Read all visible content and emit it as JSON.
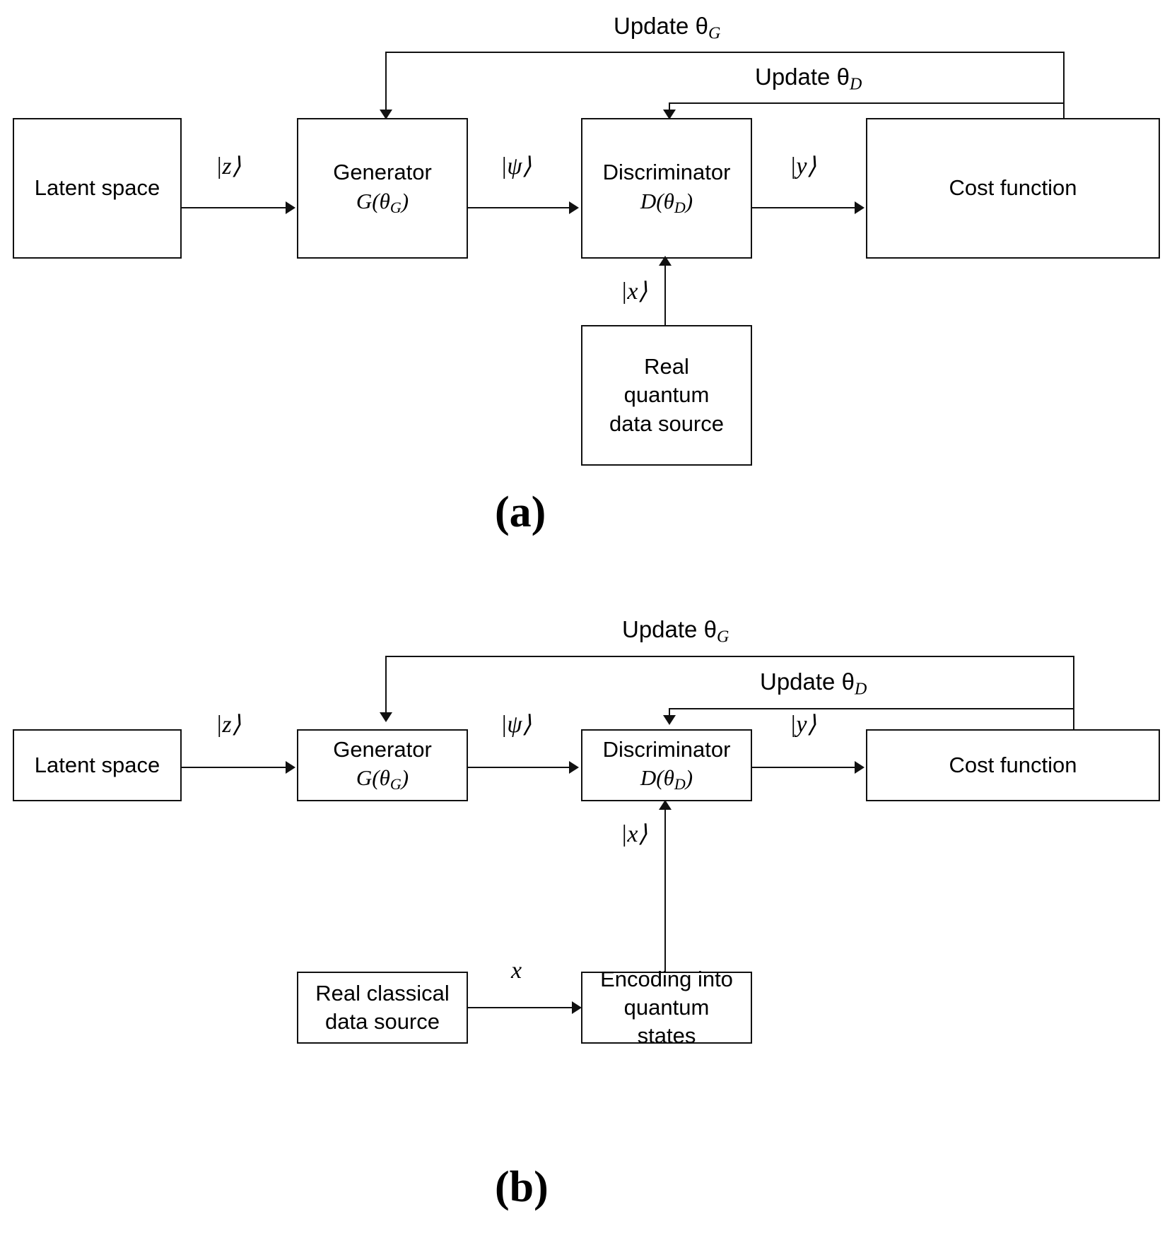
{
  "figure": {
    "panels": [
      {
        "id": "a",
        "caption": "(a)",
        "boxes": {
          "latent_space": "Latent space",
          "generator_title": "Generator",
          "generator_symbol": "G(θ",
          "generator_symbol_sub": "G",
          "generator_symbol_end": ")",
          "discriminator_title": "Discriminator",
          "discriminator_symbol": "D(θ",
          "discriminator_symbol_sub": "D",
          "discriminator_symbol_end": ")",
          "cost_function": "Cost function",
          "data_source_line1": "Real",
          "data_source_line2": "quantum",
          "data_source_line3": "data source"
        },
        "edges": {
          "latent_to_generator": "|z⟩",
          "generator_to_discriminator": "|ψ⟩",
          "discriminator_to_cost": "|y⟩",
          "source_to_discriminator": "|x⟩",
          "update_g": "Update θ",
          "update_g_sub": "G",
          "update_d": "Update θ",
          "update_d_sub": "D"
        }
      },
      {
        "id": "b",
        "caption": "(b)",
        "boxes": {
          "latent_space": "Latent space",
          "generator_title": "Generator",
          "generator_symbol": "G(θ",
          "generator_symbol_sub": "G",
          "generator_symbol_end": ")",
          "discriminator_title": "Discriminator",
          "discriminator_symbol": "D(θ",
          "discriminator_symbol_sub": "D",
          "discriminator_symbol_end": ")",
          "cost_function": "Cost function",
          "classical_source_line1": "Real classical",
          "classical_source_line2": "data source",
          "encoding_line1": "Encoding into",
          "encoding_line2": "quantum",
          "encoding_line3": "states"
        },
        "edges": {
          "latent_to_generator": "|z⟩",
          "generator_to_discriminator": "|ψ⟩",
          "discriminator_to_cost": "|y⟩",
          "encoding_to_discriminator": "|x⟩",
          "classical_to_encoding": "x",
          "update_g": "Update θ",
          "update_g_sub": "G",
          "update_d": "Update θ",
          "update_d_sub": "D"
        }
      }
    ],
    "colors": {
      "stroke": "#111111",
      "background": "#ffffff",
      "text": "#000000"
    }
  }
}
